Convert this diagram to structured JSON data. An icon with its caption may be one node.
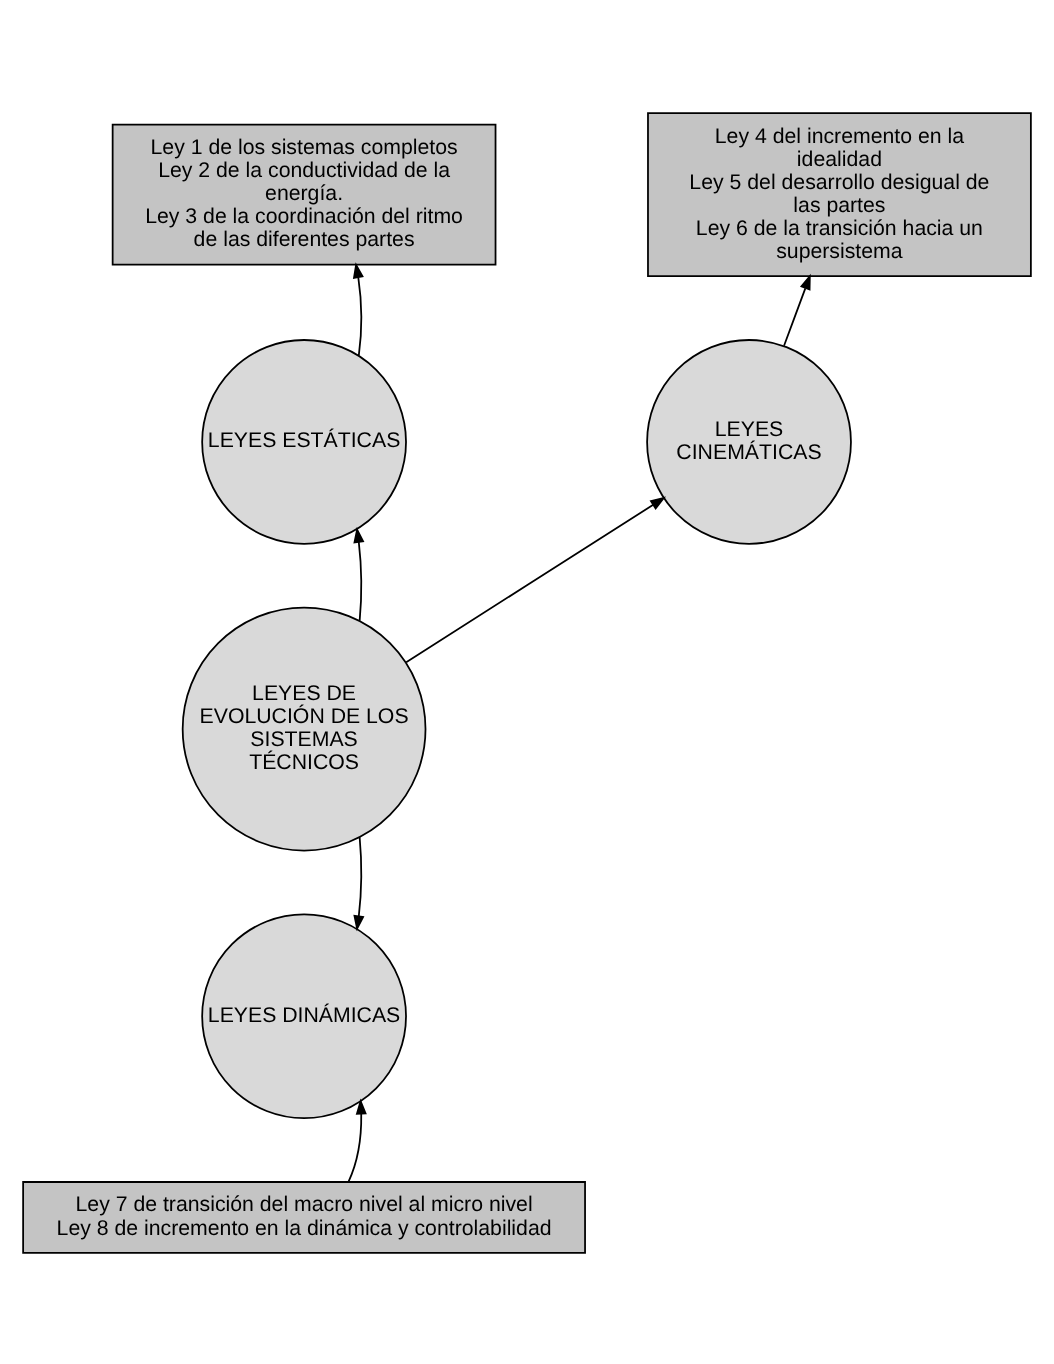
{
  "diagram": {
    "nodes": [
      {
        "text": [
          "Ley 1 de los sistemas completos",
          "Ley 2 de la conductividad de la energía.",
          "Ley 3 de la coordinación del ritmo de las diferentes partes"
        ]
      },
      {
        "text": [
          "Ley 4 del incremento en la idealidad",
          "Ley 5 del desarrollo desigual de las partes",
          "Ley 6 de la transición hacia un supersistema"
        ]
      },
      {
        "text": [
          "LEYES ESTÁTICAS"
        ]
      },
      {
        "text": [
          "LEYES CINEMÁTICAS"
        ]
      },
      {
        "text": [
          "LEYES DE EVOLUCIÓN DE LOS SISTEMAS TÉCNICOS"
        ]
      },
      {
        "text": [
          "LEYES DINÁMICAS"
        ]
      },
      {
        "text": [
          "Ley 7 de transición del macro nivel al micro nivel",
          "Ley 8 de incremento en la dinámica y controlabilidad"
        ]
      }
    ],
    "edges": [
      {
        "from": 2,
        "to": 0,
        "arrow": "to"
      },
      {
        "from": 3,
        "to": 1,
        "arrow": "to"
      },
      {
        "from": 4,
        "to": 2,
        "arrow": "to"
      },
      {
        "from": 4,
        "to": 3,
        "arrow": "to"
      },
      {
        "from": 4,
        "to": 5,
        "arrow": "to"
      },
      {
        "from": 6,
        "to": 5,
        "arrow": "to"
      }
    ]
  }
}
